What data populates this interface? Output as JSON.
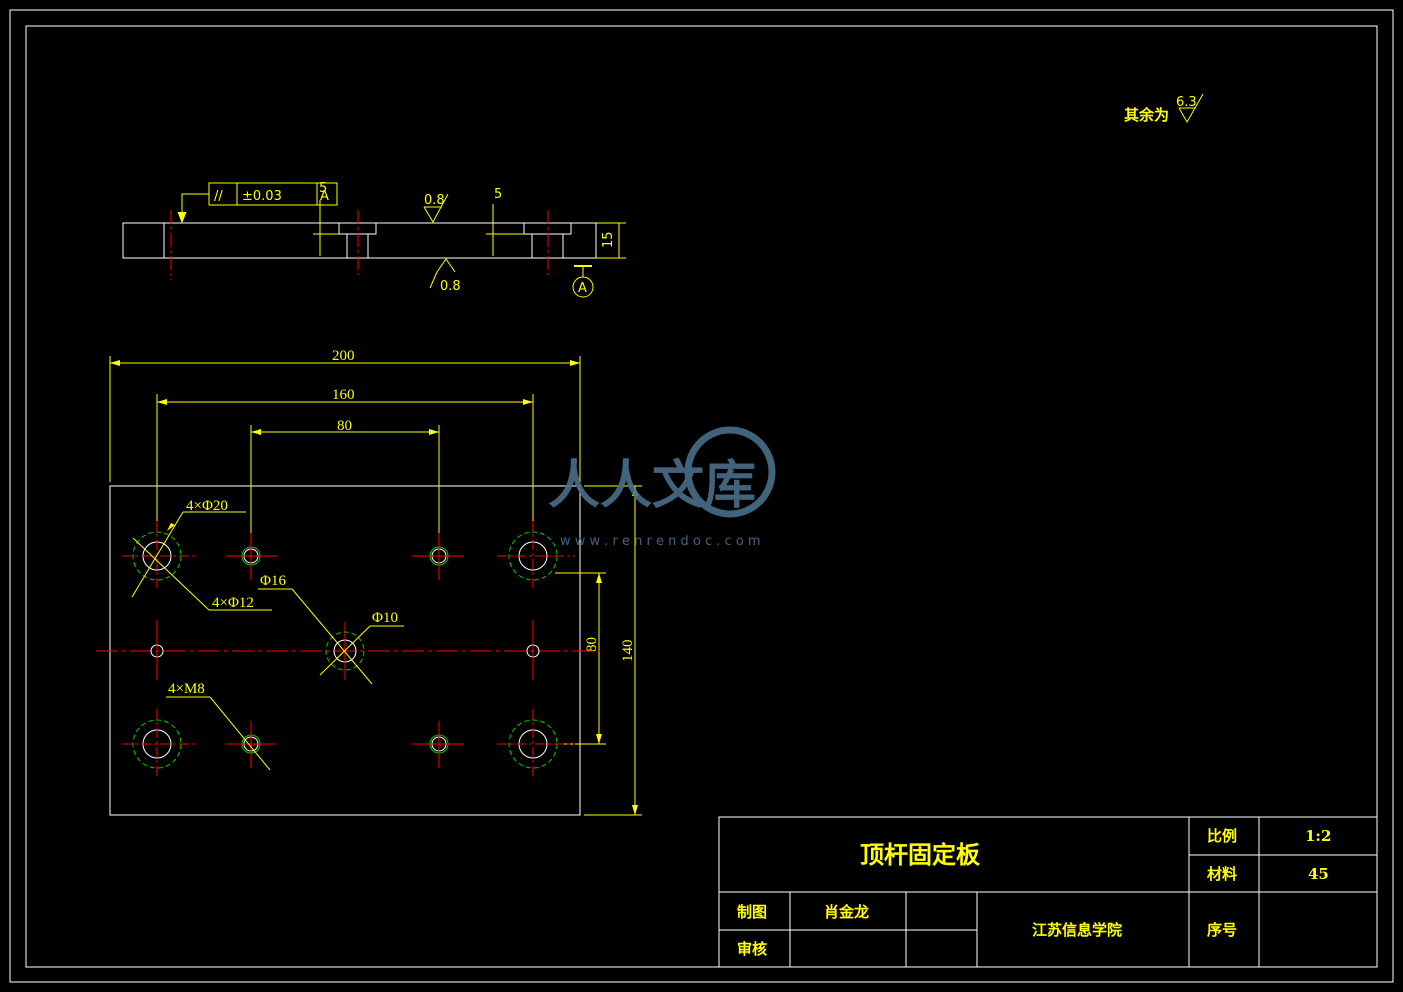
{
  "drawing": {
    "surface_note": {
      "prefix": "其余为",
      "value": "6.3"
    },
    "front_view": {
      "tolerance_frame": {
        "symbol": "//",
        "value": "±0.03",
        "datum": "A"
      },
      "roughness_top": "0.8",
      "roughness_bottom": "0.8",
      "dim_depth": "5",
      "dim_depth_top": "5",
      "dim_thickness": "15",
      "datum_label": "A"
    },
    "plan_view": {
      "dim_width": "200",
      "dim_hole_span": "160",
      "dim_inner_span": "80",
      "dim_height": "140",
      "dim_hole_pitch": "80",
      "note_phi20": "4×Φ20",
      "note_phi12": "4×Φ12",
      "note_phi16": "Φ16",
      "note_phi10": "Φ10",
      "note_m8": "4×M8"
    },
    "watermark": {
      "text": "人人文库",
      "url": "w w w . r e n r e n d o c . c o m"
    }
  },
  "title_block": {
    "part_name": "顶杆固定板",
    "scale_label": "比例",
    "scale_value": "1:2",
    "material_label": "材料",
    "material_value": "45",
    "drawn_label": "制图",
    "drawn_by": "肖金龙",
    "checked_label": "审核",
    "checked_by": "",
    "school": "江苏信息学院",
    "seq_label": "序号",
    "seq_value": ""
  },
  "colors": {
    "outline": "#ffffff",
    "dimension": "#ffff00",
    "center_line": "#ff0000",
    "thread": "#00cc00",
    "watermark": "#4a6e8a"
  }
}
